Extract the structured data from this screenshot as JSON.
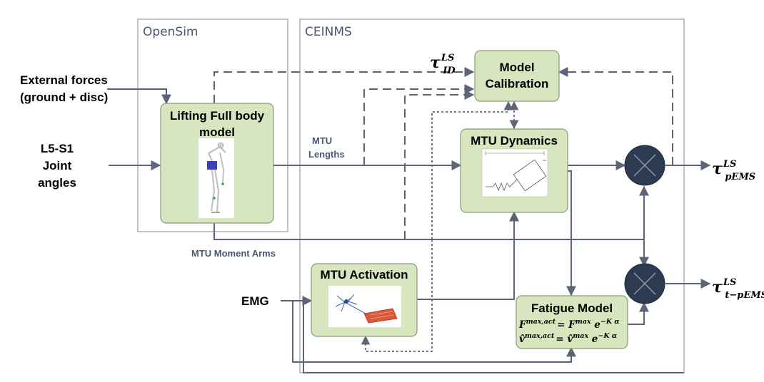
{
  "regions": {
    "opensim": "OpenSim",
    "ceinms": "CEINMS"
  },
  "inputs": {
    "external_forces_line1": "External forces",
    "external_forces_line2": "(ground + disc)",
    "joint_angles_line1": "L5-S1",
    "joint_angles_line2": "Joint",
    "joint_angles_line3": "angles",
    "emg": "EMG"
  },
  "boxes": {
    "lifting_model_line1": "Lifting Full body",
    "lifting_model_line2": "model",
    "model_calibration_line1": "Model",
    "model_calibration_line2": "Calibration",
    "mtu_dynamics": "MTU Dynamics",
    "mtu_activation": "MTU Activation",
    "fatigue_model": "Fatigue Model"
  },
  "signals": {
    "mtu_lengths_line1": "MTU",
    "mtu_lengths_line2": "Lengths",
    "mtu_moment_arms": "MTU Moment Arms"
  },
  "equations": {
    "tau_id_base": "τ",
    "tau_id_sup": "LS",
    "tau_id_sub": "ID",
    "tau_pems_base": "τ",
    "tau_pems_sup": "LS",
    "tau_pems_sub": "pEMS",
    "tau_tpems_base": "τ",
    "tau_tpems_sup": "LS",
    "tau_tpems_sub": "t−pEMS",
    "fatigue_eq1_lhs": "F",
    "fatigue_eq1_lhs_sup": "max,act",
    "fatigue_eq1_rhs": "= F",
    "fatigue_eq1_rhs_sup": "max",
    "fatigue_eq1_exp": " e",
    "fatigue_eq1_exp_sup": "−K α",
    "fatigue_eq2_lhs": "v̂",
    "fatigue_eq2_lhs_sup": "max,act",
    "fatigue_eq2_rhs": "= v̂",
    "fatigue_eq2_rhs_sup": "max",
    "fatigue_eq2_exp": " e",
    "fatigue_eq2_exp_sup": "−K α"
  },
  "colors": {
    "box_fill": "#d8e6c0",
    "line": "#5b6577",
    "sum_node": "#2c3a52",
    "region_label": "#4a5577"
  }
}
